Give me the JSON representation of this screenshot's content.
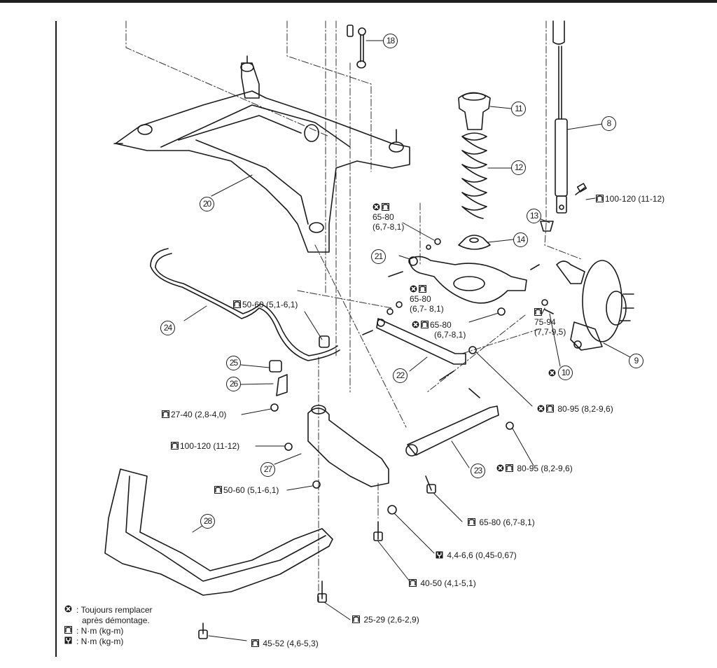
{
  "diagram": {
    "title": "Rear suspension exploded view",
    "callouts": [
      {
        "id": "8",
        "part": "shock-absorber"
      },
      {
        "id": "9",
        "part": "knuckle"
      },
      {
        "id": "10",
        "part": "cotter-pin"
      },
      {
        "id": "11",
        "part": "bump-stop"
      },
      {
        "id": "12",
        "part": "coil-spring"
      },
      {
        "id": "13",
        "part": "bound-bumper"
      },
      {
        "id": "14",
        "part": "spring-seat"
      },
      {
        "id": "18",
        "part": "stabilizer-link"
      },
      {
        "id": "20",
        "part": "rear-subframe"
      },
      {
        "id": "21",
        "part": "lower-arm"
      },
      {
        "id": "22",
        "part": "lateral-link"
      },
      {
        "id": "23",
        "part": "upper-link"
      },
      {
        "id": "24",
        "part": "stabilizer-bar"
      },
      {
        "id": "25",
        "part": "bushing"
      },
      {
        "id": "26",
        "part": "clamp"
      },
      {
        "id": "27",
        "part": "differential-mount-member"
      },
      {
        "id": "28",
        "part": "subframe-reinforcement"
      }
    ],
    "torques": [
      {
        "key": "t_shock_upper",
        "text": "100-120 (11-12)",
        "icon": "torque-nm-icon",
        "replace": false
      },
      {
        "key": "t_arm_inner",
        "line1": "65-80",
        "line2": "(6,7-8,1)",
        "icon": "torque-nm-icon",
        "replace": true
      },
      {
        "key": "t_link_inner",
        "line1": "65-80",
        "line2": "(6,7- 8,1)",
        "icon": "torque-nm-icon",
        "replace": true
      },
      {
        "key": "t_arm_outer",
        "line1": "65-80",
        "line2": "(6,7-8,1)",
        "icon": "torque-nm-icon",
        "replace": true
      },
      {
        "key": "t_ball_joint",
        "line1": "75-94",
        "line2": "(7,7-9,5)",
        "icon": "torque-nm-icon",
        "replace": false
      },
      {
        "key": "t_stab_link",
        "text": "50-60 (5,1-6,1)",
        "icon": "torque-nm-icon",
        "replace": false
      },
      {
        "key": "t_clamp",
        "text": "27-40 (2,8-4,0)",
        "icon": "torque-nm-icon",
        "replace": false
      },
      {
        "key": "t_member_a",
        "text": "100-120 (11-12)",
        "icon": "torque-nm-icon",
        "replace": false
      },
      {
        "key": "t_member_b",
        "text": "50-60 (5,1-6,1)",
        "icon": "torque-nm-icon",
        "replace": false
      },
      {
        "key": "t_link_outer_a",
        "text": "80-95 (8,2-9,6)",
        "icon": "torque-nm-icon",
        "replace": true
      },
      {
        "key": "t_link_outer_b",
        "text": "80-95 (8,2-9,6)",
        "icon": "torque-nm-icon",
        "replace": true
      },
      {
        "key": "t_upper_link_bolt",
        "text": "65-80 (6,7-8,1)",
        "icon": "torque-nm-icon",
        "replace": false
      },
      {
        "key": "t_small_nut",
        "text": "4,4-6,6 (0,45-0,67)",
        "icon": "torque-nm-alt-icon",
        "replace": false
      },
      {
        "key": "t_bolt_40",
        "text": "40-50 (4,1-5,1)",
        "icon": "torque-nm-icon",
        "replace": false
      },
      {
        "key": "t_bolt_25",
        "text": "25-29 (2,6-2,9)",
        "icon": "torque-nm-icon",
        "replace": false
      },
      {
        "key": "t_bolt_45",
        "text": "45-52 (4,6-5,3)",
        "icon": "torque-nm-icon",
        "replace": false
      }
    ]
  },
  "legend": {
    "replace_line1": ": Toujours remplacer",
    "replace_line2": "après démontage.",
    "torque_unit": ": N·m (kg-m)",
    "torque_unit_alt": ": N·m (kg-m)"
  }
}
